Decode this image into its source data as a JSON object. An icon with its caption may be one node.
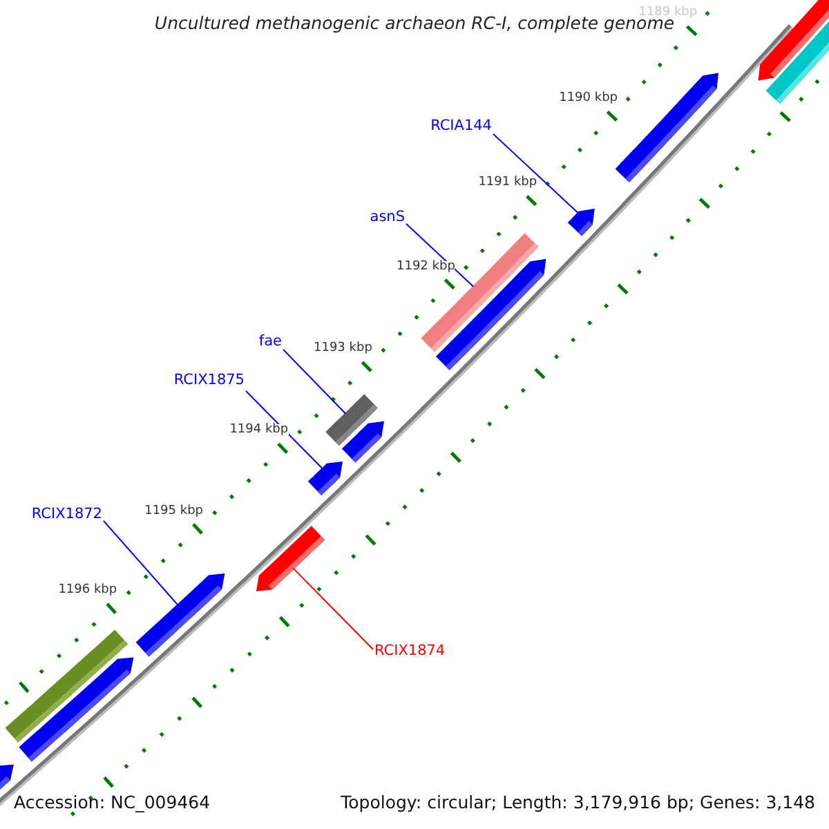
{
  "diagram": {
    "title": "Uncultured methanogenic archaeon RC-I, complete genome",
    "nodes": [
      {
        "text": [
          "RCIA144"
        ]
      },
      {
        "text": [
          "asnS"
        ]
      },
      {
        "text": [
          "fae"
        ]
      },
      {
        "text": [
          "RCIX1875"
        ]
      },
      {
        "text": [
          "RCIX1872"
        ]
      },
      {
        "text": [
          "RCIX1874"
        ]
      },
      {
        "text": [],
        "shape": "arrow"
      },
      {
        "text": [],
        "shape": "bar"
      },
      {
        "text": [],
        "shape": "arrow"
      },
      {
        "text": [],
        "shape": "arrow"
      },
      {
        "text": [],
        "shape": "bar"
      },
      {
        "text": [],
        "shape": "arrow"
      },
      {
        "text": [],
        "shape": "bar"
      },
      {
        "text": [],
        "shape": "arrow"
      },
      {
        "text": [],
        "shape": "arrow"
      },
      {
        "text": [],
        "shape": "arrow"
      },
      {
        "text": [],
        "shape": "arrow"
      },
      {
        "text": [],
        "shape": "bar"
      },
      {
        "text": [],
        "shape": "arrow"
      },
      {
        "text": [],
        "shape": "arrow"
      }
    ],
    "edges": [
      {
        "from": 0,
        "to": 9,
        "arrow": "none"
      },
      {
        "from": 1,
        "to": 10,
        "arrow": "none"
      },
      {
        "from": 2,
        "to": 12,
        "arrow": "none"
      },
      {
        "from": 3,
        "to": 14,
        "arrow": "none"
      },
      {
        "from": 4,
        "to": 16,
        "arrow": "none"
      },
      {
        "from": 5,
        "to": 15,
        "arrow": "none",
        "color": "#ff0000"
      }
    ],
    "labels": [
      "1189 kbp",
      "1190 kbp",
      "1191 kbp",
      "1192 kbp",
      "1193 kbp",
      "1194 kbp",
      "1195 kbp",
      "1196 kbp",
      "Accession: NC_009464",
      "Topology: circular; Length: 3,179,916 bp; Genes: 3,148"
    ]
  }
}
